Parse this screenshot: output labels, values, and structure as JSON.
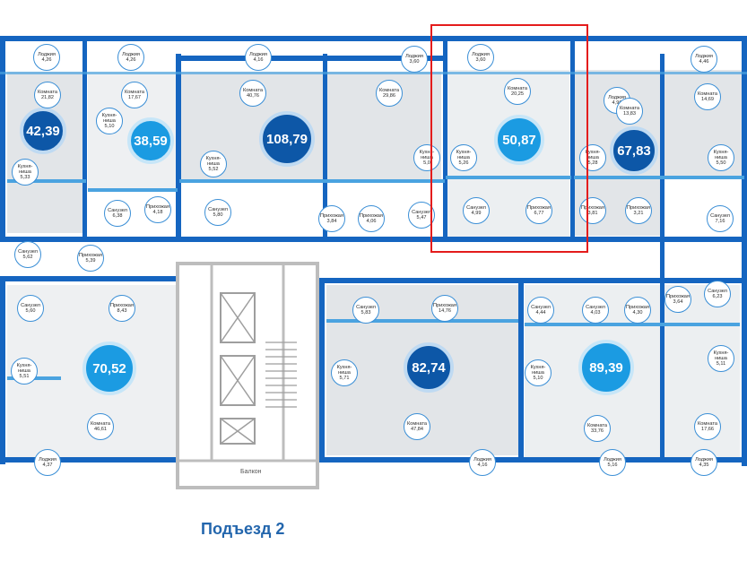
{
  "entrance_label": "Подъезд 2",
  "balcony_label": "Балкон",
  "colors": {
    "wall_dark": "#1565c0",
    "wall_light": "#4aa3e0",
    "highlight": "#e41c1c",
    "area_dark": "#0d57a7",
    "area_light": "#1b9be2"
  },
  "apartments": [
    {
      "id": "a1",
      "area": "42,39",
      "style": "dark"
    },
    {
      "id": "a2",
      "area": "38,59",
      "style": "light"
    },
    {
      "id": "a3",
      "area": "108,79",
      "style": "dark"
    },
    {
      "id": "a4",
      "area": "50,87",
      "style": "light"
    },
    {
      "id": "a5",
      "area": "67,83",
      "style": "dark"
    },
    {
      "id": "a6",
      "area": "70,52",
      "style": "light"
    },
    {
      "id": "a7",
      "area": "82,74",
      "style": "dark"
    },
    {
      "id": "a8",
      "area": "89,39",
      "style": "light"
    }
  ],
  "rooms": [
    {
      "name": "Лоджия",
      "area": "4,26"
    },
    {
      "name": "Лоджия",
      "area": "4,26"
    },
    {
      "name": "Лоджия",
      "area": "4,16"
    },
    {
      "name": "Лоджия",
      "area": "3,60"
    },
    {
      "name": "Лоджия",
      "area": "3,60"
    },
    {
      "name": "Лоджия",
      "area": "4,46"
    },
    {
      "name": "Комната",
      "area": "21,82"
    },
    {
      "name": "Комната",
      "area": "17,67"
    },
    {
      "name": "Комната",
      "area": "40,76"
    },
    {
      "name": "Комната",
      "area": "29,86"
    },
    {
      "name": "Комната",
      "area": "20,25"
    },
    {
      "name": "Лоджия",
      "area": "4,96"
    },
    {
      "name": "Комната",
      "area": "13,83"
    },
    {
      "name": "Комната",
      "area": "14,69"
    },
    {
      "name": "Кухня-ниша",
      "area": "5,10"
    },
    {
      "name": "Кухня-ниша",
      "area": "5,52"
    },
    {
      "name": "Кухня-ниша",
      "area": "5,33"
    },
    {
      "name": "Кухня-ниша",
      "area": "5,0"
    },
    {
      "name": "Кухня-ниша",
      "area": "5,26"
    },
    {
      "name": "Кухня-ниша",
      "area": "5,28"
    },
    {
      "name": "Кухня-ниша",
      "area": "5,50"
    },
    {
      "name": "Санузел",
      "area": "6,38"
    },
    {
      "name": "Прихожая",
      "area": "4,18"
    },
    {
      "name": "Санузел",
      "area": "5,80"
    },
    {
      "name": "Прихожая",
      "area": "3,84"
    },
    {
      "name": "Прихожая",
      "area": "4,06"
    },
    {
      "name": "Санузел",
      "area": "5,47"
    },
    {
      "name": "Санузел",
      "area": "4,99"
    },
    {
      "name": "Прихожая",
      "area": "6,77"
    },
    {
      "name": "Прихожая",
      "area": "3,81"
    },
    {
      "name": "Прихожая",
      "area": "3,21"
    },
    {
      "name": "Санузел",
      "area": "7,16"
    },
    {
      "name": "Санузел",
      "area": "5,62"
    },
    {
      "name": "Прихожая",
      "area": "5,39"
    },
    {
      "name": "Санузел",
      "area": "5,60"
    },
    {
      "name": "Прихожая",
      "area": "8,43"
    },
    {
      "name": "Кухня-ниша",
      "area": "5,51"
    },
    {
      "name": "Комната",
      "area": "46,61"
    },
    {
      "name": "Лоджия",
      "area": "4,37"
    },
    {
      "name": "Санузел",
      "area": "5,83"
    },
    {
      "name": "Прихожая",
      "area": "14,76"
    },
    {
      "name": "Кухня-ниша",
      "area": "5,71"
    },
    {
      "name": "Комната",
      "area": "47,84"
    },
    {
      "name": "Лоджия",
      "area": "4,16"
    },
    {
      "name": "Санузел",
      "area": "4,44"
    },
    {
      "name": "Санузел",
      "area": "4,03"
    },
    {
      "name": "Прихожая",
      "area": "4,30"
    },
    {
      "name": "Прихожая",
      "area": "3,64"
    },
    {
      "name": "Санузел",
      "area": "6,23"
    },
    {
      "name": "Кухня-ниша",
      "area": "5,10"
    },
    {
      "name": "Кухня-ниша",
      "area": "5,11"
    },
    {
      "name": "Комната",
      "area": "33,76"
    },
    {
      "name": "Комната",
      "area": "17,66"
    },
    {
      "name": "Лоджия",
      "area": "5,16"
    },
    {
      "name": "Лоджия",
      "area": "4,35"
    }
  ]
}
